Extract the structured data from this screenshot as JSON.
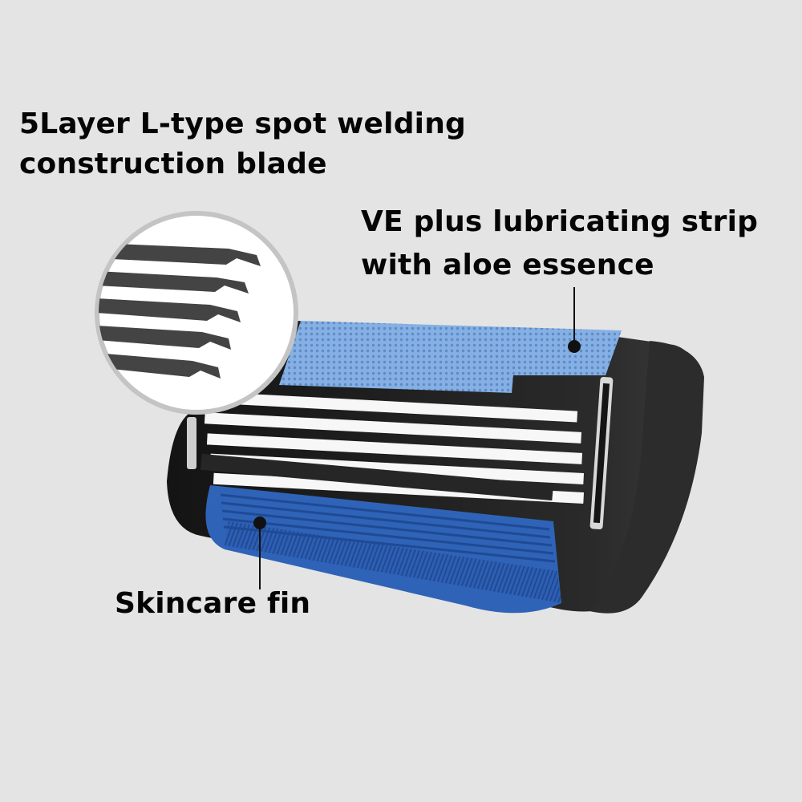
{
  "callouts": {
    "blade": {
      "line1": "5Layer L-type spot welding",
      "line2": "construction blade"
    },
    "strip": {
      "line1": "VE plus lubricating strip",
      "line2": "with aloe essence"
    },
    "fin": {
      "label": "Skincare fin"
    }
  },
  "colors": {
    "background": "#e4e4e4",
    "strip_blue": "#7fa9df",
    "fin_blue": "#2f63b8",
    "housing_black": "#1c1c1c",
    "text": "#050505"
  },
  "blade_count": 5
}
